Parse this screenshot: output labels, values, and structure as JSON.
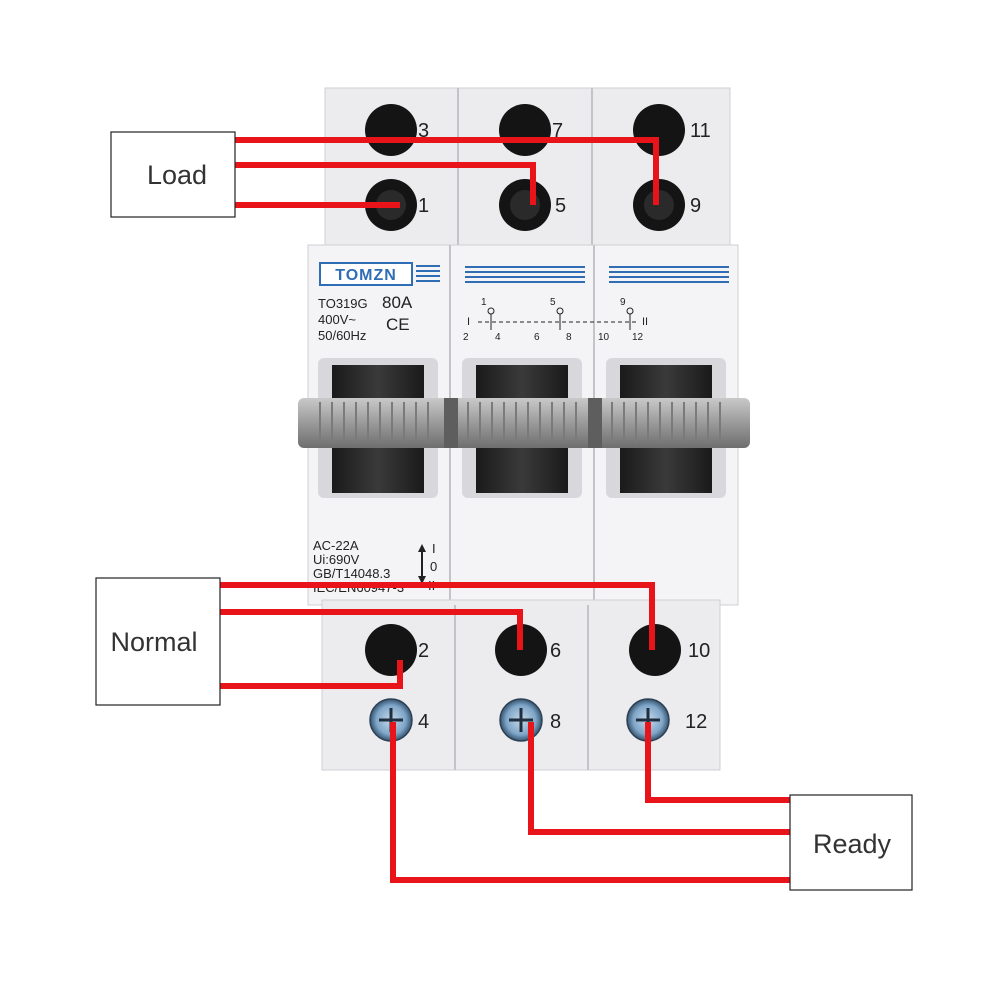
{
  "colors": {
    "wire": "#e8141a",
    "housing": "#ececee",
    "brand": "#2f6db5",
    "hole": "#141414",
    "screw": "#7fa6c8"
  },
  "labels": {
    "load": "Load",
    "normal": "Normal",
    "ready": "Ready"
  },
  "terminals": {
    "t1": "1",
    "t2": "2",
    "t3": "3",
    "t4": "4",
    "t5": "5",
    "t6": "6",
    "t7": "7",
    "t8": "8",
    "t9": "9",
    "t10": "10",
    "t11": "11",
    "t12": "12"
  },
  "device": {
    "brand": "TOMZN",
    "model": "TO319G",
    "rating": "80A",
    "voltage": "400V~",
    "ce_mark": "CE",
    "frequency": "50/60Hz",
    "utilization": "AC-22A",
    "insulation_voltage": "Ui:690V",
    "standard": "GB/T14048.3",
    "standard_iec": "IEC/EN60947-3",
    "position_I": "I",
    "position_0": "0",
    "position_II": "II"
  },
  "schematic": {
    "top_nums": [
      "1",
      "5",
      "9"
    ],
    "bottom_nums": [
      "2",
      "4",
      "6",
      "8",
      "10",
      "12"
    ],
    "side_left": "I",
    "side_right": "II"
  }
}
